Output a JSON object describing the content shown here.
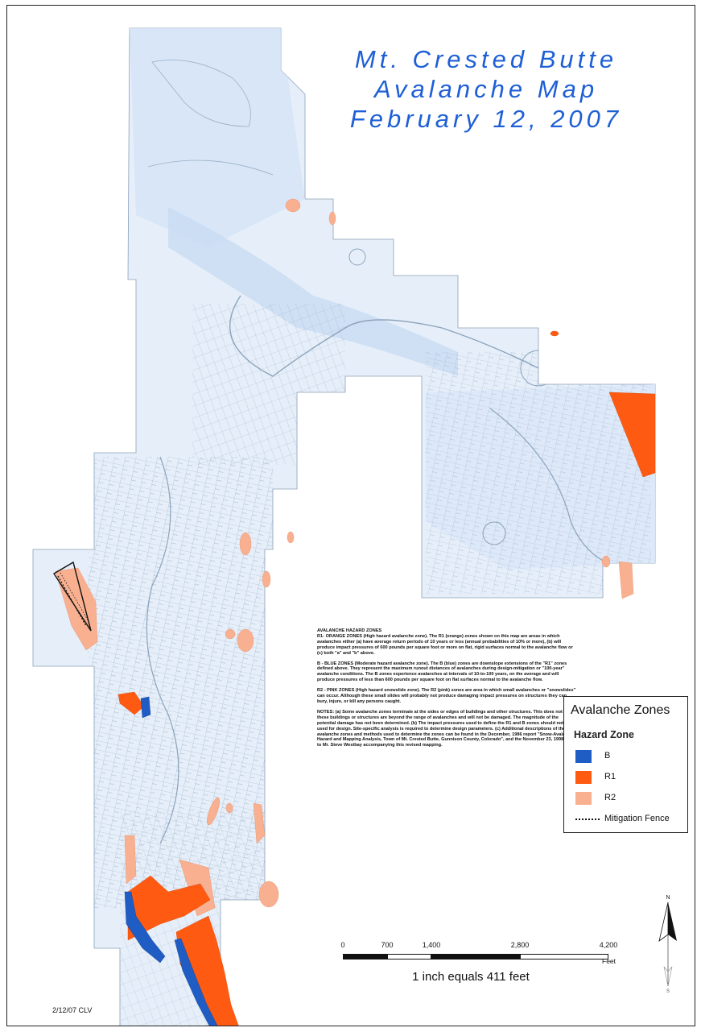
{
  "title": {
    "line1": "Mt. Crested Butte",
    "line2": "Avalanche Map",
    "line3": "February 12, 2007"
  },
  "notes": {
    "heading": "AVALANCHE HAZARD ZONES",
    "r1": "R1- ORANGE ZONES (High hazard avalanche zone). The R1 (orange) zones shown on this map are areas in which avalanches either (a) have average return periods of 10 years or less (annual probabilities of 10% or more), (b) will produce impact pressures of 600 pounds per square foot or more on flat, rigid surfaces normal to the avalanche flow or (c) both \"a\" and \"b\" above.",
    "b": "B - BLUE ZONES (Moderate hazard avalanche zone). The B (blue) zones are downslope extensions of the \"R1\" zones defined above. They represent the maximum runout distances of avalanches during design-mitigation or \"100-year\" avalanche conditions. The B zones experience avalanches at intervals of 10-to-100 years, on the average and will produce pressures of less than 600 pounds per square foot on flat surfaces normal to the avalanche flow.",
    "r2": "R2 - PINK ZONES (High hazard snowslide zone). The R2 (pink) zones are area in which small avalanches or \"snowslides\" can occur. Although these small slides will probably not produce damaging impact pressures on structures they can bury, injure, or kill any persons caught.",
    "notes": "NOTES: (a) Some avalanche zones terminate at the sides or edges of buildings and other structures. This does not mean these buildings or structures are beyond the range of avalanches and will not be damaged. The magnitude of the potential damage has not been determined. (b) The impact pressures used to define the R1 and B zones should not be used for design. Site-specific analysis is required to determine design parameters. (c) Additional descriptions of the avalanche zones and methods used to determine the zones can be found in the December, 1986 report \"Snow-Avalanche Hazard and Mapping Analysis, Town of Mt. Crested Butte, Gunnison County, Colorado\", and the November 23, 1998 letter to Mr. Steve Westbay accompanying this revised mapping."
  },
  "legend": {
    "title": "Avalanche Zones",
    "subtitle": "Hazard Zone",
    "items": [
      {
        "label": "B",
        "color": "#1f5cc4"
      },
      {
        "label": "R1",
        "color": "#ff5a12"
      },
      {
        "label": "R2",
        "color": "#f8b090"
      }
    ],
    "fence_label": "Mitigation Fence"
  },
  "scale": {
    "ticks": [
      "0",
      "700",
      "1,400",
      "2,800",
      "4,200"
    ],
    "tick_values": [
      0,
      700,
      1400,
      2800,
      4200
    ],
    "unit": "Feet",
    "ratio_text": "1 inch equals 411 feet"
  },
  "north_label": "N",
  "south_label": "S",
  "datestamp": "2/12/07 CLV",
  "colors": {
    "title": "#1e5fd6",
    "b_zone": "#1f5cc4",
    "r1_zone": "#ff5a12",
    "r2_zone": "#f8b090",
    "terrain": "#d4e4f7"
  }
}
